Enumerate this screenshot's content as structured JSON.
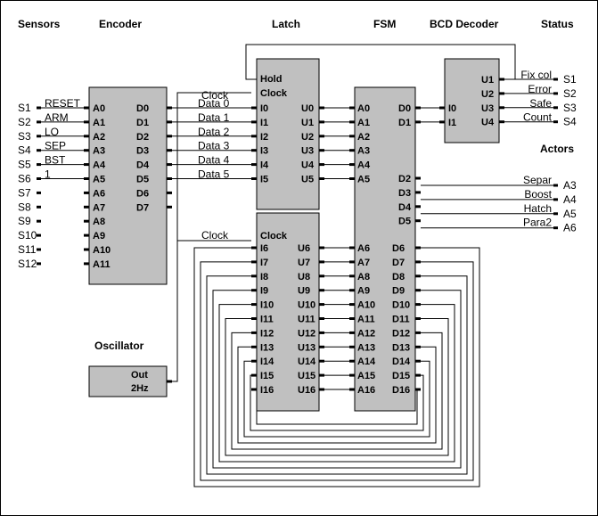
{
  "headers": {
    "sensors": "Sensors",
    "encoder": "Encoder",
    "latch": "Latch",
    "fsm": "FSM",
    "bcd_decoder": "BCD Decoder",
    "status": "Status",
    "actors": "Actors",
    "oscillator": "Oscillator"
  },
  "sensors": [
    {
      "id": "S1",
      "signal": "RESET"
    },
    {
      "id": "S2",
      "signal": "ARM"
    },
    {
      "id": "S3",
      "signal": "LO"
    },
    {
      "id": "S4",
      "signal": "SEP"
    },
    {
      "id": "S5",
      "signal": "BST"
    },
    {
      "id": "S6",
      "signal": "1"
    },
    {
      "id": "S7",
      "signal": ""
    },
    {
      "id": "S8",
      "signal": ""
    },
    {
      "id": "S9",
      "signal": ""
    },
    {
      "id": "S10",
      "signal": ""
    },
    {
      "id": "S11",
      "signal": ""
    },
    {
      "id": "S12",
      "signal": ""
    }
  ],
  "encoder": {
    "inputs": [
      "A0",
      "A1",
      "A2",
      "A3",
      "A4",
      "A5",
      "A6",
      "A7",
      "A8",
      "A9",
      "A10",
      "A11"
    ],
    "outputs": [
      "D0",
      "D1",
      "D2",
      "D3",
      "D4",
      "D5",
      "D6",
      "D7"
    ]
  },
  "latch_top": {
    "controls": [
      "Hold",
      "Clock"
    ],
    "inputs": [
      "I0",
      "I1",
      "I2",
      "I3",
      "I4",
      "I5"
    ],
    "outputs": [
      "U0",
      "U1",
      "U2",
      "U3",
      "U4",
      "U5"
    ]
  },
  "latch_bottom": {
    "control": "Clock",
    "inputs": [
      "I6",
      "I7",
      "I8",
      "I9",
      "I10",
      "I11",
      "I12",
      "I13",
      "I14",
      "I15",
      "I16"
    ],
    "outputs": [
      "U6",
      "U7",
      "U8",
      "U9",
      "U10",
      "U11",
      "U12",
      "U13",
      "U14",
      "U15",
      "U16"
    ]
  },
  "latch_data_wires": [
    "Data 0",
    "Data 1",
    "Data 2",
    "Data 3",
    "Data 4",
    "Data 5"
  ],
  "clock_wire_label": "Clock",
  "fsm": {
    "inputs": [
      "A0",
      "A1",
      "A2",
      "A3",
      "A4",
      "A5",
      "A6",
      "A7",
      "A8",
      "A9",
      "A10",
      "A11",
      "A12",
      "A13",
      "A14",
      "A15",
      "A16"
    ],
    "outputs_top": [
      "D0",
      "D1",
      "D2",
      "D3",
      "D4",
      "D5"
    ],
    "outputs_bottom": [
      "D6",
      "D7",
      "D8",
      "D9",
      "D10",
      "D11",
      "D12",
      "D13",
      "D14",
      "D15",
      "D16"
    ]
  },
  "bcd_decoder": {
    "inputs": [
      "I0",
      "I1"
    ],
    "outputs": [
      "U1",
      "U2",
      "U3",
      "U4"
    ]
  },
  "status": [
    {
      "signal": "Fix col",
      "id": "S1"
    },
    {
      "signal": "Error",
      "id": "S2"
    },
    {
      "signal": "Safe",
      "id": "S3"
    },
    {
      "signal": "Count",
      "id": "S4"
    }
  ],
  "actors": [
    {
      "signal": "Separ",
      "id": "A3"
    },
    {
      "signal": "Boost",
      "id": "A4"
    },
    {
      "signal": "Hatch",
      "id": "A5"
    },
    {
      "signal": "Para2",
      "id": "A6"
    }
  ],
  "oscillator": {
    "out_label": "Out",
    "freq_label": "2Hz"
  }
}
